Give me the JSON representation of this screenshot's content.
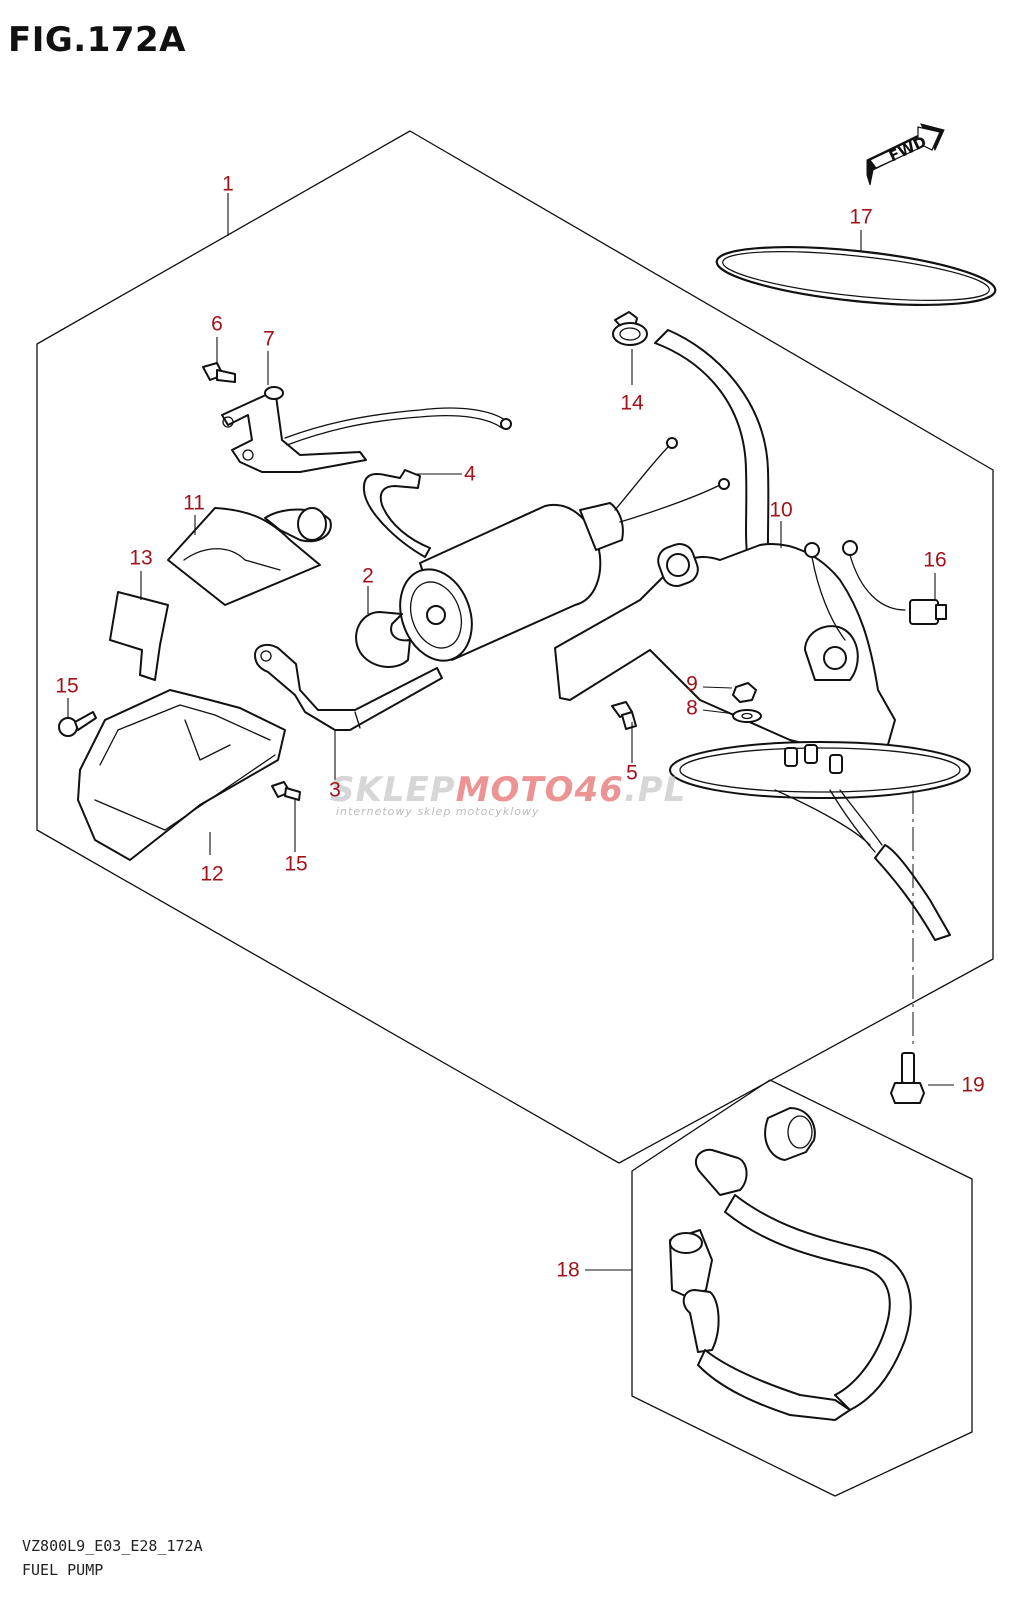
{
  "figure": {
    "title": "FIG.172A",
    "model_code": "VZ800L9_E03_E28_172A",
    "name": "FUEL PUMP"
  },
  "fwd_badge": {
    "label": "FWD"
  },
  "watermark": {
    "brand_part1": "SKLEP",
    "brand_part2": "MOTO",
    "brand_part3": "46",
    "brand_part4": ".PL",
    "tagline": "internetowy sklep motocyklowy"
  },
  "callouts": [
    {
      "id": "c1",
      "label": "1"
    },
    {
      "id": "c2",
      "label": "2"
    },
    {
      "id": "c3",
      "label": "3"
    },
    {
      "id": "c4",
      "label": "4"
    },
    {
      "id": "c5",
      "label": "5"
    },
    {
      "id": "c6",
      "label": "6"
    },
    {
      "id": "c7",
      "label": "7"
    },
    {
      "id": "c8",
      "label": "8"
    },
    {
      "id": "c9",
      "label": "9"
    },
    {
      "id": "c10",
      "label": "10"
    },
    {
      "id": "c11",
      "label": "11"
    },
    {
      "id": "c12",
      "label": "12"
    },
    {
      "id": "c13",
      "label": "13"
    },
    {
      "id": "c14",
      "label": "14"
    },
    {
      "id": "c15a",
      "label": "15"
    },
    {
      "id": "c15b",
      "label": "15"
    },
    {
      "id": "c16",
      "label": "16"
    },
    {
      "id": "c17",
      "label": "17"
    },
    {
      "id": "c18",
      "label": "18"
    },
    {
      "id": "c19",
      "label": "19"
    }
  ],
  "colors": {
    "callout": "#a0131a",
    "line": "#111111"
  }
}
